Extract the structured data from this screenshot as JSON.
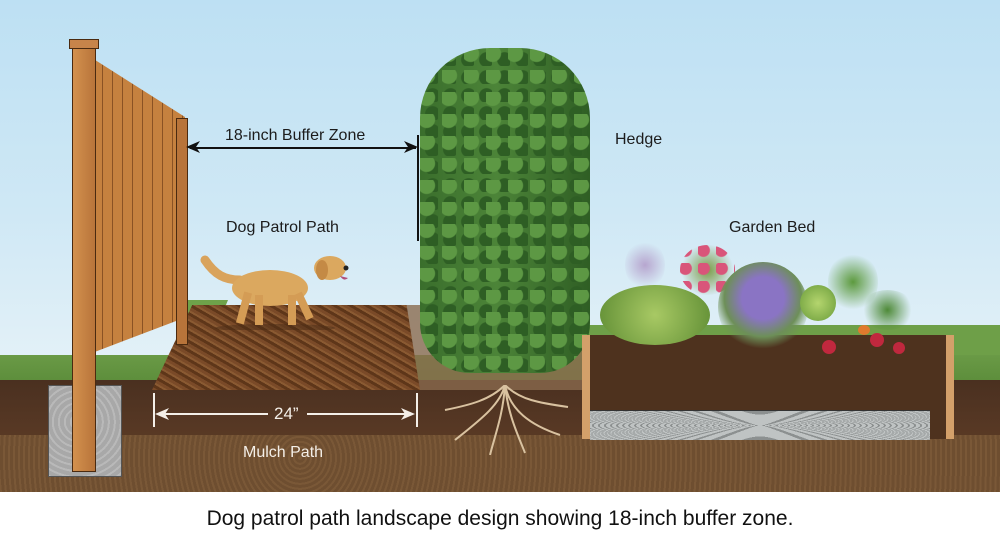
{
  "labels": {
    "buffer_zone": "18-inch Buffer Zone",
    "dog_path": "Dog Patrol Path",
    "hedge": "Hedge",
    "garden_bed": "Garden Bed",
    "path_width": "24”",
    "mulch_path": "Mulch Path"
  },
  "caption": "Dog patrol path landscape design showing 18-inch buffer zone.",
  "elements": {
    "fence": "wood privacy fence with post in concrete footing",
    "dog": "golden retriever walking on mulch",
    "hedge": "tall evergreen hedge with roots",
    "garden_bed": "raised wooden bed with hosta, zinnias, lavender, lettuce, tomato, radishes, carrots over gravel layer"
  },
  "colors": {
    "sky": "#bde0f3",
    "grass": "#6a9a46",
    "mulch": "#7a4a28",
    "soil": "#4a3020",
    "hedge": "#3a6e2c",
    "fence": "#c5813f"
  }
}
